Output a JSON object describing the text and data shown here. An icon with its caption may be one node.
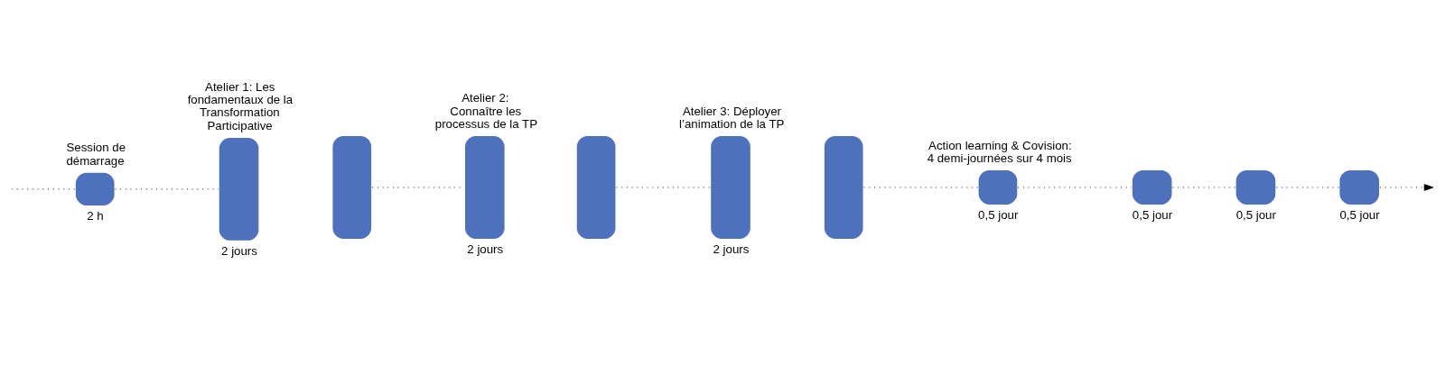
{
  "diagram": {
    "nodes": [
      {
        "text": [],
        "shape": "box",
        "beside": [
          "Session de démarrage",
          "2 h"
        ]
      },
      {
        "text": [],
        "shape": "box",
        "beside": [
          "Atelier 1: Les fondamentaux de la Transformation Participative",
          "2 jours"
        ]
      },
      {
        "text": [],
        "shape": "box"
      },
      {
        "text": [],
        "shape": "box",
        "beside": [
          "Atelier 2: Connaître les processus de la TP",
          "2 jours"
        ]
      },
      {
        "text": [],
        "shape": "box"
      },
      {
        "text": [],
        "shape": "box",
        "beside": [
          "Atelier 3: Déployer l’animation de la TP",
          "2 jours"
        ]
      },
      {
        "text": [],
        "shape": "box"
      },
      {
        "text": [],
        "shape": "box",
        "beside": [
          "Action learning & Covision: 4 demi-journées sur 4 mois",
          "0,5 jour"
        ]
      },
      {
        "text": [],
        "shape": "box",
        "beside": [
          "0,5 jour"
        ]
      },
      {
        "text": [],
        "shape": "box",
        "beside": [
          "0,5 jour"
        ]
      },
      {
        "text": [],
        "shape": "box",
        "beside": [
          "0,5 jour"
        ]
      }
    ],
    "edges": [
      {
        "from": null,
        "to": 0,
        "arrow": "none",
        "style": "dashed"
      },
      {
        "from": 0,
        "to": 1,
        "arrow": "none",
        "style": "dashed"
      },
      {
        "from": 2,
        "to": 3,
        "arrow": "none",
        "style": "dashed"
      },
      {
        "from": 4,
        "to": 5,
        "arrow": "none",
        "style": "dashed"
      },
      {
        "from": 6,
        "to": 7,
        "arrow": "none",
        "style": "dashed"
      },
      {
        "from": 7,
        "to": 8,
        "arrow": "none",
        "style": "dashed"
      },
      {
        "from": 8,
        "to": 9,
        "arrow": "none",
        "style": "dashed"
      },
      {
        "from": 9,
        "to": 10,
        "arrow": "none",
        "style": "dashed"
      },
      {
        "from": 10,
        "to": null,
        "arrow": "to",
        "style": "dashed"
      }
    ]
  }
}
